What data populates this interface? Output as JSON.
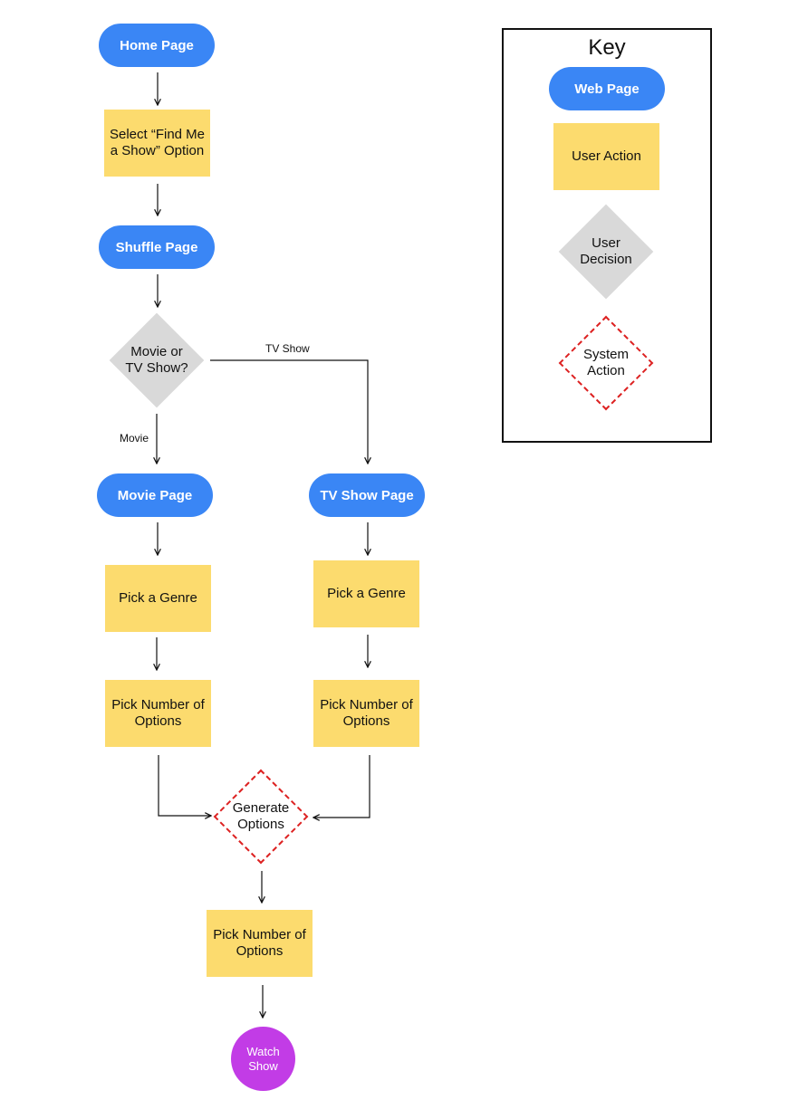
{
  "flow": {
    "home_page": "Home Page",
    "select_find_me_a_show": "Select “Find Me a Show” Option",
    "shuffle_page": "Shuffle Page",
    "movie_or_tv_show": "Movie or TV Show?",
    "edge_tv_show": "TV Show",
    "edge_movie": "Movie",
    "movie_page": "Movie Page",
    "tv_show_page": "TV Show Page",
    "movie_pick_genre": "Pick a Genre",
    "tv_pick_genre": "Pick a Genre",
    "movie_pick_number": "Pick Number of Options",
    "tv_pick_number": "Pick Number of Options",
    "generate_options": "Generate Options",
    "final_pick_number": "Pick Number of Options",
    "watch_show": "Watch Show"
  },
  "key": {
    "title": "Key",
    "web_page": "Web Page",
    "user_action": "User Action",
    "user_decision": "User Decision",
    "system_action": "System Action"
  },
  "colors": {
    "web_page": "#3a86f5",
    "user_action": "#fcdb6e",
    "user_decision": "#d9d9d9",
    "system_action_border": "#dd2222",
    "end": "#c23ce6"
  }
}
